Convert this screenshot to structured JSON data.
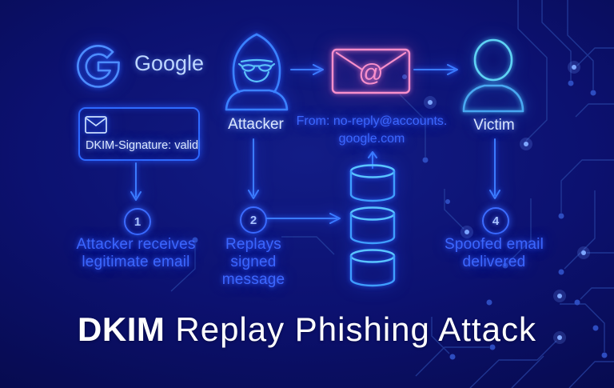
{
  "diagram": {
    "google": {
      "brand": "Google",
      "dkim_badge": "DKIM-Signature: valid"
    },
    "attacker": {
      "label": "Attacker"
    },
    "victim": {
      "label": "Victim"
    },
    "spoofed_email": {
      "at_symbol": "@",
      "from_line1": "From: no-reply@accounts.",
      "from_line2": "google.com"
    },
    "steps": [
      {
        "number": "1",
        "lines": [
          "Attacker receives",
          "legitimate email"
        ]
      },
      {
        "number": "2",
        "lines": [
          "Replays",
          "signed",
          "message"
        ]
      },
      {
        "number": "4",
        "lines": [
          "Spoofed email",
          "delivered"
        ]
      }
    ]
  },
  "title": {
    "bold": "DKIM",
    "regular": "Replay Phishing Attack"
  },
  "icons": [
    "google-g-logo",
    "envelope-icon",
    "hooded-attacker-icon",
    "person-icon",
    "email-at-icon",
    "database-icon",
    "arrow-down-icon",
    "arrow-right-icon",
    "arrow-up-icon"
  ],
  "colors": {
    "background_center": "#121c86",
    "background_edge": "#030527",
    "neon_blue": "#3c6cff",
    "neon_cyan": "#58cef2",
    "neon_pink": "#f78fcb",
    "step_text_blue": "#3c67ff",
    "label_light": "#dbe7ff",
    "title_white": "#ffffff",
    "circuit_trace": "#26409f"
  }
}
